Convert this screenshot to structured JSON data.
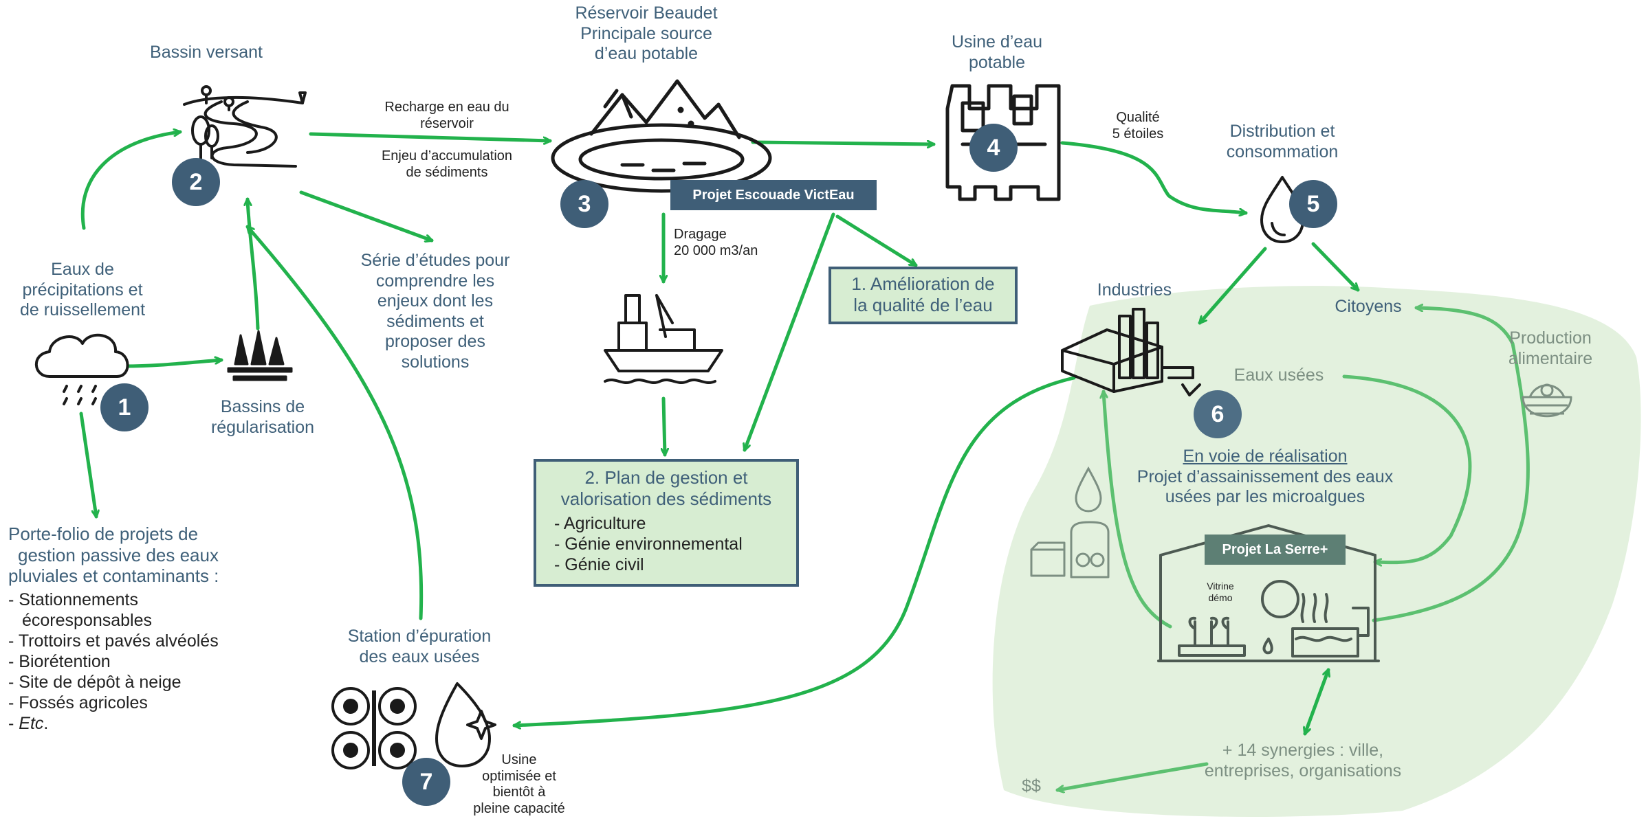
{
  "nodes": {
    "bassin_versant": "Bassin versant",
    "reservoir": [
      "Réservoir Beaudet",
      "Principale source",
      "d’eau potable"
    ],
    "usine": [
      "Usine d’eau",
      "potable"
    ],
    "distribution": [
      "Distribution et",
      "consommation"
    ],
    "eaux_precip": [
      "Eaux de",
      "précipitations et",
      "de ruissellement"
    ],
    "bassins_reg": [
      "Bassins de",
      "régularisation"
    ],
    "industries": "Industries",
    "citoyens": "Citoyens",
    "station": [
      "Station d’épuration",
      "des eaux usées"
    ],
    "eaux_usees": "Eaux usées",
    "production": [
      "Production",
      "alimentaire"
    ]
  },
  "numbers": [
    "1",
    "2",
    "3",
    "4",
    "5",
    "6",
    "7"
  ],
  "annotations": {
    "recharge": [
      "Recharge en eau du",
      "réservoir"
    ],
    "enjeu": [
      "Enjeu d’accumulation",
      "de sédiments"
    ],
    "dragage": [
      "Dragage",
      "20 000 m3/an"
    ],
    "qualite": [
      "Qualité",
      "5 étoiles"
    ],
    "serie": [
      "Série d’études pour",
      "comprendre les",
      "enjeux dont les",
      "sédiments et",
      "proposer des",
      "solutions"
    ],
    "usine_opt": [
      "Usine",
      "optimisée et",
      "bientôt à",
      "pleine capacité"
    ],
    "synergies": [
      "+ 14 synergies : ville,",
      "entreprises, organisations"
    ],
    "dollars": "$$"
  },
  "projects": {
    "escouade": "Projet Escouade VictEau",
    "serre": "Projet La Serre+",
    "vitrine": [
      "Vitrine",
      "démo"
    ]
  },
  "box1": [
    "1. Amélioration de",
    "la qualité de l’eau"
  ],
  "box2": {
    "title": [
      "2. Plan de gestion et",
      "valorisation des sédiments"
    ],
    "items": [
      "- Agriculture",
      "- Génie environnemental",
      "- Génie civil"
    ]
  },
  "center": {
    "status": "En voie de réalisation",
    "desc": [
      "Projet d’assainissement des eaux",
      "usées par les microalgues"
    ]
  },
  "portfolio": {
    "head": [
      "Porte-folio de projets de",
      "gestion passive des eaux",
      "pluviales et contaminants :"
    ],
    "items": [
      "- Stationnements",
      "écoresponsables",
      "- Trottoirs et pavés alvéolés",
      "- Biorétention",
      "- Site de dépôt à neige",
      "- Fossés agricoles"
    ],
    "etc_prefix": "- ",
    "etc": "Etc",
    "etc_suffix": "."
  },
  "icons": [
    "rain-cloud-icon",
    "landscape-river-icon",
    "mountain-lake-icon",
    "water-plant-icon",
    "water-drop-icon",
    "wetland-reeds-icon",
    "dredging-boat-icon",
    "industry-factory-icon",
    "treatment-wheels-icon",
    "sparkle-drop-icon",
    "food-basket-icon",
    "greenhouse-icon",
    "detergent-icon"
  ],
  "colors": {
    "accent_green": "#22b24c",
    "light_green": "#5cc070",
    "blob": "#e3f1de",
    "badge": "#3f5e77",
    "text_blue": "#3f6079",
    "box_fill": "#d7edd2"
  }
}
